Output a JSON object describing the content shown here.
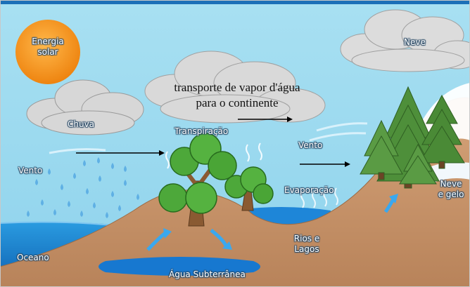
{
  "labels": {
    "sun": "Energia solar",
    "rain": "Chuva",
    "wind_left": "Vento",
    "transpiration": "Transpiração",
    "transport_line1": "transporte de vapor d'água",
    "transport_line2": "para o continente",
    "wind_right": "Vento",
    "evaporation": "Evaporação",
    "snow": "Neve",
    "snow_ice_line1": "Neve",
    "snow_ice_line2": "e gelo",
    "rivers_line1": "Rios e",
    "rivers_line2": "Lagos",
    "ocean": "Oceano",
    "groundwater": "Água Subterrânea"
  },
  "colors": {
    "sky": "#9fdcf0",
    "sun": "#f39a1c",
    "ground": "#c9976a",
    "water": "#1a7fd0",
    "tree": "#3f9e2e",
    "pine": "#4e8f3a"
  }
}
